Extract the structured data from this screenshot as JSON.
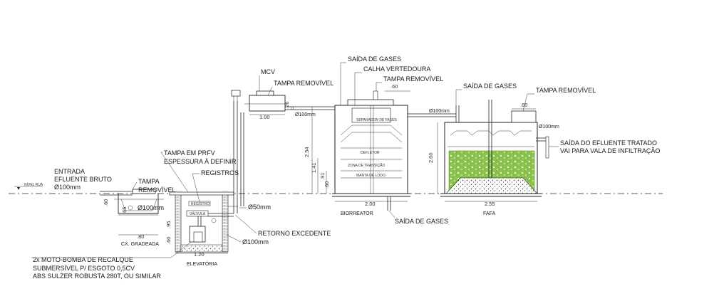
{
  "labels": {
    "mcv": "MCV",
    "tampa_removivel_1": "TAMPA REMOVÍVEL",
    "saida_gases_1": "SAÍDA DE GASES",
    "calha_vertedoura": "CALHA VERTEDOURA",
    "tampa_removivel_2": "TAMPA REMOVÍVEL",
    "saida_gases_2": "SAÍDA DE GASES",
    "tampa_removivel_3": "TAMPA REMOVÍVEL",
    "saida_efluente_1": "SAÍDA DO EFLUENTE TRATADO",
    "saida_efluente_2": "VAI PARA VALA DE INFILTRAÇÃO",
    "tampa_prfv": "TAMPA EM PRFV",
    "espessura": "ESPESSURA À DEFINIR",
    "registros": "REGISTROS",
    "entrada_1": "ENTRADA",
    "entrada_2": "EFLUENTE BRUTO",
    "entrada_3": "Ø100mm",
    "tampa_removivel_4a": "TAMPA",
    "tampa_removivel_4b": "REMOVÍVEL",
    "nivel_rua": "NÍVEL RUA",
    "d100_cx": "Ø100mm",
    "d50": "Ø50mm",
    "retorno": "RETORNO EXCEDENTE",
    "d100_ret": "Ø100mm",
    "d100_top": "Ø100mm",
    "d100_mid": "Ø100mm",
    "d100_fafa": "Ø100mm",
    "cx_gradeada": "CX. GRADEADA",
    "elevatoria": "ELEVATÓRIA",
    "biorreator": "BIORREATOR",
    "saida_gases_3": "SAÍDA DE GASES",
    "fafa": "FAFA",
    "bomba_1": "2x MOTO-BOMBA DE RECALQUE",
    "bomba_2": "SUBMERSÍVEL P/ ESGOTO 0,5CV",
    "bomba_3": "ABS SULZER ROBUSTA 280T, OU SIMILAR",
    "defletor": "DEFLETOR",
    "zona_transicao": "ZONA DE TRANSIÇÃO",
    "manta_lodo": "MANTA DE LODO",
    "separador": "SEPARADOR DE FASES"
  },
  "dimensions": {
    "d_1_00": "1.00",
    "d_26": ".26",
    "d_60_bio": ".60",
    "d_60_fafa": ".60",
    "d_2_54": "2.54",
    "d_1_41": "1.41",
    "d_91": ".91",
    "d_60_v": ".60",
    "d_2_00_bio": "2.00",
    "d_2_00_fafa": "2.00",
    "d_2_55": "2.55",
    "d_80": ".80",
    "d_1_20": "1.20",
    "d_60_cx": ".60",
    "d_65": ".65",
    "d_95": ".95",
    "d_60_el": ".60"
  },
  "colors": {
    "media": "#8cc34f",
    "media_dark": "#5e9a2e",
    "line": "#222222"
  }
}
